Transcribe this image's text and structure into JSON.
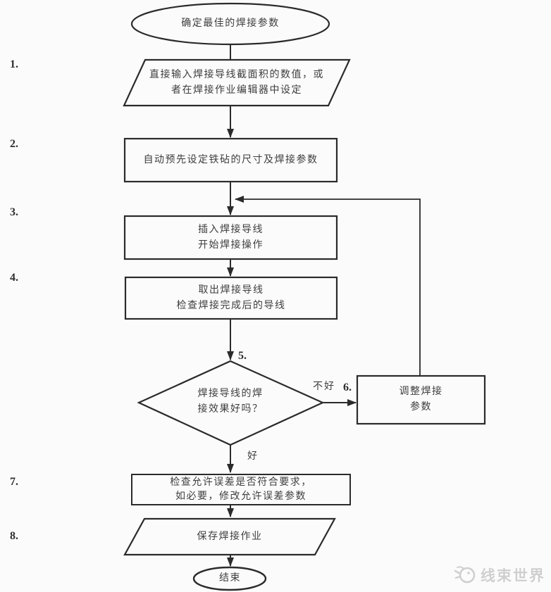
{
  "colors": {
    "line": "#2b2b2b",
    "text": "#3e3e3e",
    "background": "#fbfbfb",
    "watermark": "#cfcfcf"
  },
  "flowchart": {
    "start": "确定最佳的焊接参数",
    "end": "结束",
    "steps": {
      "s1": {
        "line1": "直接输入焊接导线截面积的数值，或",
        "line2": "者在焊接作业编辑器中设定"
      },
      "s2": {
        "line1": "自动预先设定铁砧的尺寸及焊接参数"
      },
      "s3": {
        "line1": "插入焊接导线",
        "line2": "开始焊接操作"
      },
      "s4": {
        "line1": "取出焊接导线",
        "line2": "检查焊接完成后的导线"
      },
      "s5": {
        "line1": "焊接导线的焊",
        "line2": "接效果好吗？"
      },
      "s6": {
        "line1": "调整焊接",
        "line2": "参数"
      },
      "s7": {
        "line1": "检查允许误差是否符合要求，",
        "line2": "如必要，修改允许误差参数"
      },
      "s8": {
        "line1": "保存焊接作业"
      }
    },
    "step_numbers": {
      "n1": "1.",
      "n2": "2.",
      "n3": "3.",
      "n4": "4.",
      "n5": "5.",
      "n6": "6.",
      "n7": "7.",
      "n8": "8."
    },
    "decision_labels": {
      "no": "不好",
      "yes": "好"
    }
  },
  "watermark": {
    "text": "线束世界"
  }
}
